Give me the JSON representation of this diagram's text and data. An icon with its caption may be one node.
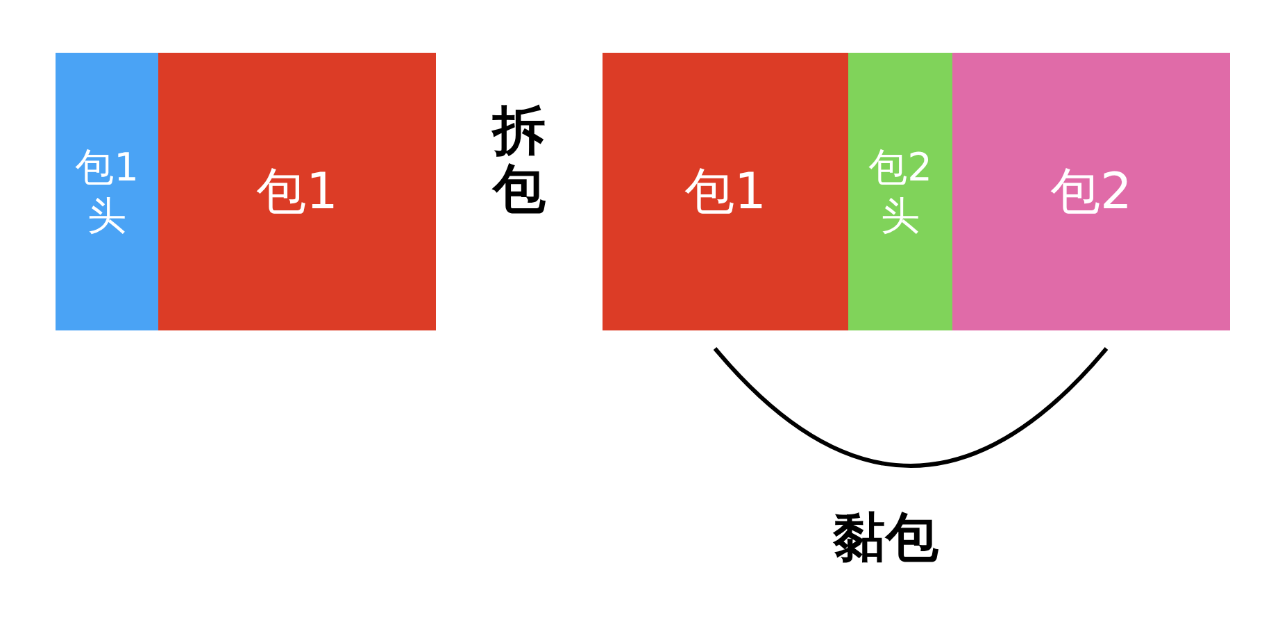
{
  "diagram": {
    "nodes": [
      {
        "text": [
          "包1头"
        ]
      },
      {
        "text": [
          "包1"
        ]
      },
      {
        "text": [
          "包1"
        ]
      },
      {
        "text": [
          "包2头"
        ]
      },
      {
        "text": [
          "包2"
        ]
      }
    ],
    "labels": [
      "拆包",
      "黏包"
    ]
  }
}
